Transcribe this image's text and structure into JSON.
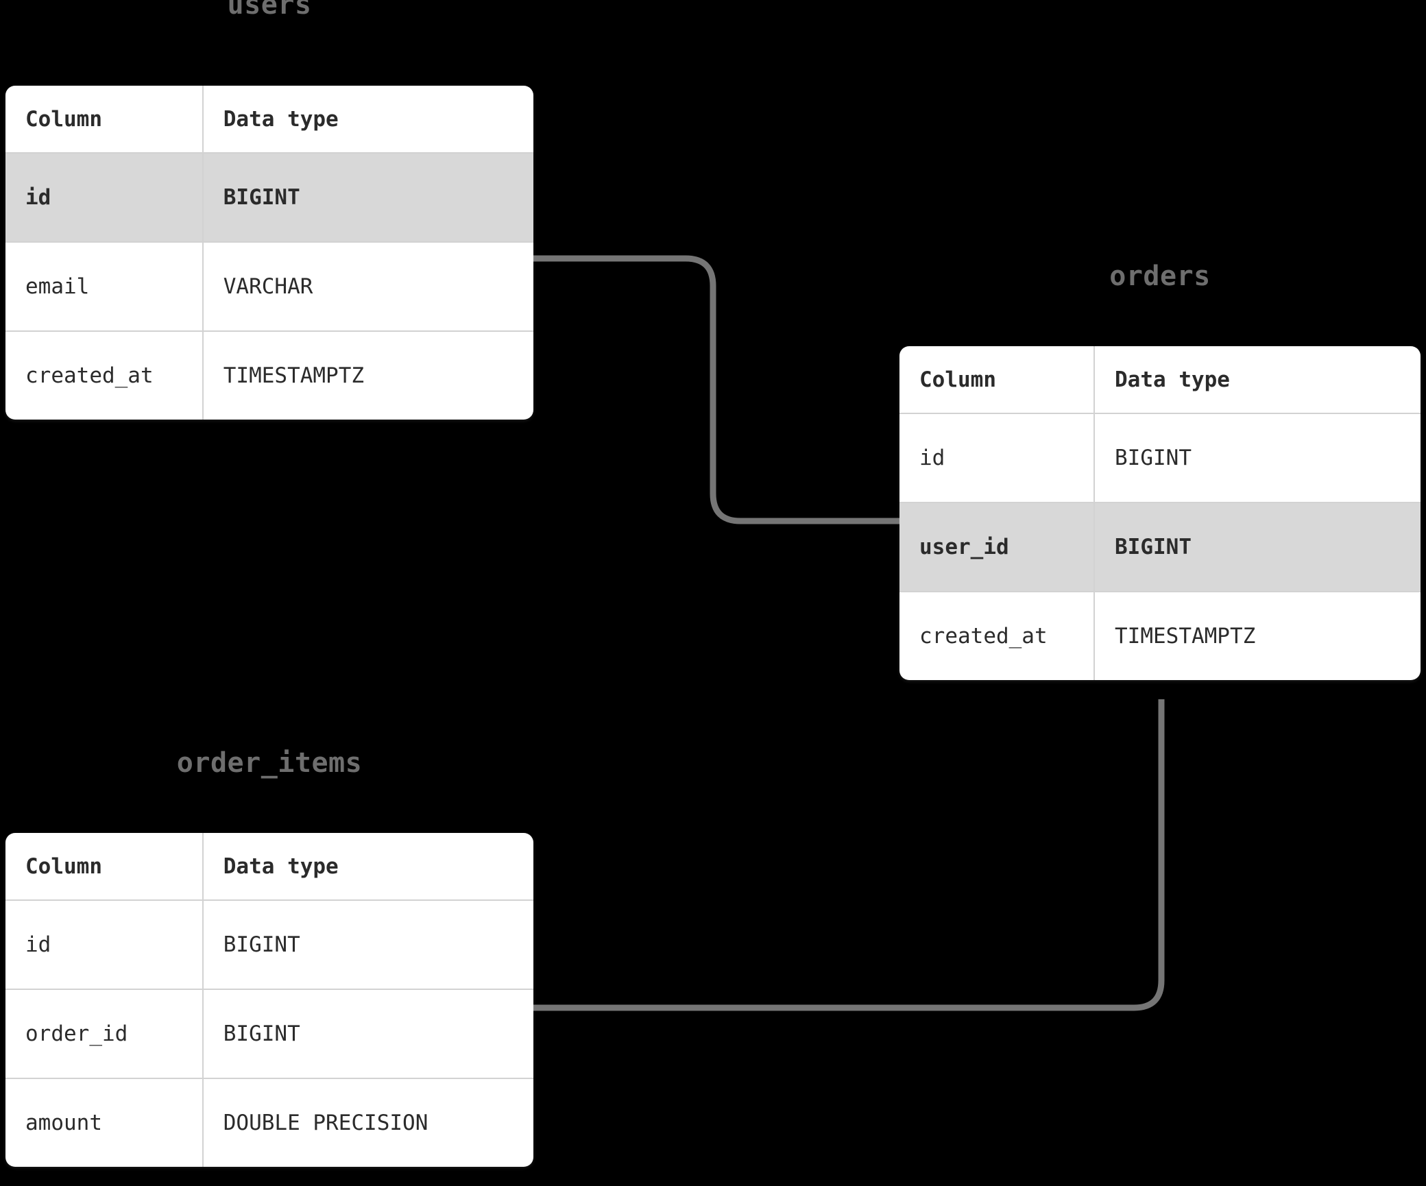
{
  "diagram": {
    "type": "entity-relationship-diagram",
    "background_color": "#000000",
    "card_color": "#ffffff",
    "highlight_color": "#d8d8d8",
    "title_color": "#6e6e6e",
    "text_color": "#2b2b2b",
    "border_color": "#d2d2d2",
    "connector_color": "#757575"
  },
  "column_headers": {
    "name": "Column",
    "type": "Data type"
  },
  "entities": [
    {
      "id": "users",
      "title": "users",
      "columns": [
        {
          "name": "id",
          "type": "BIGINT",
          "highlighted": true
        },
        {
          "name": "email",
          "type": "VARCHAR",
          "highlighted": false
        },
        {
          "name": "created_at",
          "type": "TIMESTAMPTZ",
          "highlighted": false
        }
      ]
    },
    {
      "id": "orders",
      "title": "orders",
      "columns": [
        {
          "name": "id",
          "type": "BIGINT",
          "highlighted": false
        },
        {
          "name": "user_id",
          "type": "BIGINT",
          "highlighted": true
        },
        {
          "name": "created_at",
          "type": "TIMESTAMPTZ",
          "highlighted": false
        }
      ]
    },
    {
      "id": "order_items",
      "title": "order_items",
      "columns": [
        {
          "name": "id",
          "type": "BIGINT",
          "highlighted": false
        },
        {
          "name": "order_id",
          "type": "BIGINT",
          "highlighted": false
        },
        {
          "name": "amount",
          "type": "DOUBLE PRECISION",
          "highlighted": false
        }
      ]
    }
  ],
  "relationships": [
    {
      "id": "users-to-orders",
      "from": "users.id",
      "to": "orders.user_id"
    },
    {
      "id": "orders-to-order-items",
      "from": "orders.id",
      "to": "order_items.order_id"
    }
  ]
}
